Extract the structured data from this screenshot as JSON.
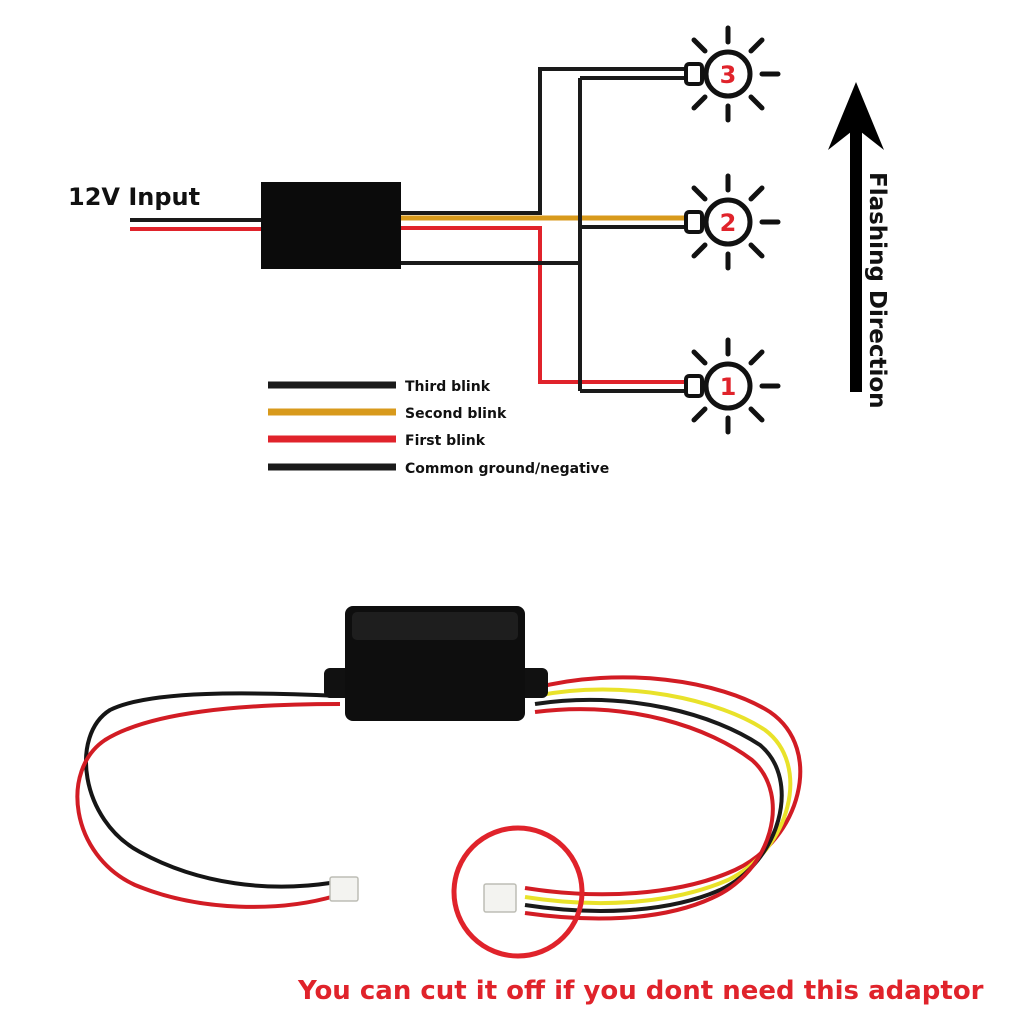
{
  "input_label": "12V Input",
  "direction_label": "Flashing Direction",
  "bulbs": [
    {
      "number": "3",
      "wire_color": "#1a1a1a"
    },
    {
      "number": "2",
      "wire_color": "#d89a1c"
    },
    {
      "number": "1",
      "wire_color": "#e0232b"
    }
  ],
  "legend": [
    {
      "label": "Third blink",
      "color": "#1a1a1a"
    },
    {
      "label": "Second blink",
      "color": "#d89a1c"
    },
    {
      "label": "First blink",
      "color": "#e0232b"
    },
    {
      "label": "Common ground/negative",
      "color": "#1a1a1a"
    }
  ],
  "caption": "You can cut it off if you dont need this adaptor",
  "colors": {
    "black": "#1a1a1a",
    "red": "#e0232b",
    "orange": "#d89a1c",
    "yellow": "#e9e22a",
    "bulb_number": "#e0232b",
    "caption": "#e0232b",
    "circle": "#e0232b"
  }
}
